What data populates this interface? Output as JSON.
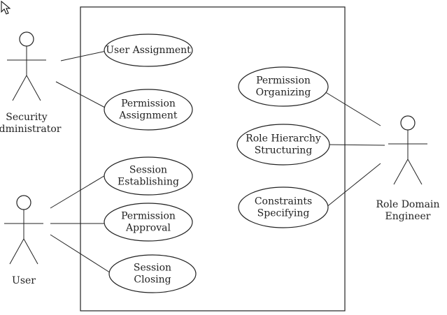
{
  "actors": [
    {
      "id": "security",
      "lines": [
        "Security",
        "Administrator"
      ]
    },
    {
      "id": "user",
      "lines": [
        "User"
      ]
    },
    {
      "id": "engineer",
      "lines": [
        "Role Domain",
        "Engineer"
      ]
    }
  ],
  "use_cases": [
    {
      "id": "user-assignment",
      "lines": [
        "User Assignment"
      ]
    },
    {
      "id": "permission-assignment",
      "lines": [
        "Permission",
        "Assignment"
      ]
    },
    {
      "id": "session-establishing",
      "lines": [
        "Session",
        "Establishing"
      ]
    },
    {
      "id": "permission-approval",
      "lines": [
        "Permission",
        "Approval"
      ]
    },
    {
      "id": "session-closing",
      "lines": [
        "Session",
        "Closing"
      ]
    },
    {
      "id": "permission-organizing",
      "lines": [
        "Permission",
        "Organizing"
      ]
    },
    {
      "id": "role-hierarchy-structuring",
      "lines": [
        "Role Hierarchy",
        "Structuring"
      ]
    },
    {
      "id": "constraints-specifying",
      "lines": [
        "Constraints",
        "Specifying"
      ]
    }
  ],
  "associations": [
    {
      "actor": "security",
      "use_case": "user-assignment"
    },
    {
      "actor": "security",
      "use_case": "permission-assignment"
    },
    {
      "actor": "user",
      "use_case": "session-establishing"
    },
    {
      "actor": "user",
      "use_case": "permission-approval"
    },
    {
      "actor": "user",
      "use_case": "session-closing"
    },
    {
      "actor": "engineer",
      "use_case": "permission-organizing"
    },
    {
      "actor": "engineer",
      "use_case": "role-hierarchy-structuring"
    },
    {
      "actor": "engineer",
      "use_case": "constraints-specifying"
    }
  ]
}
